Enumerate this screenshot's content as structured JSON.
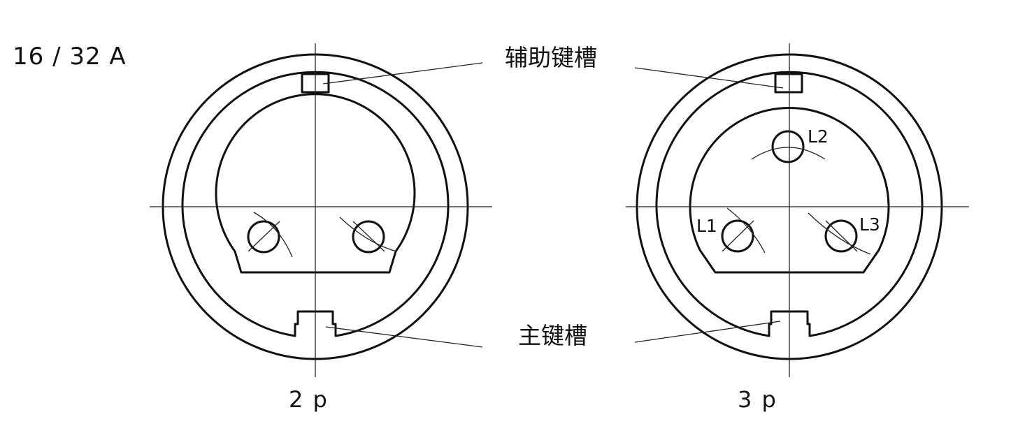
{
  "header": {
    "rating": "16 / 32 A"
  },
  "callouts": {
    "aux_key": "辅助键槽",
    "main_key": "主键槽"
  },
  "variants": [
    {
      "caption": "2 p",
      "pins": []
    },
    {
      "caption": "3 p",
      "pins": [
        "L2",
        "L1",
        "L3"
      ]
    }
  ]
}
